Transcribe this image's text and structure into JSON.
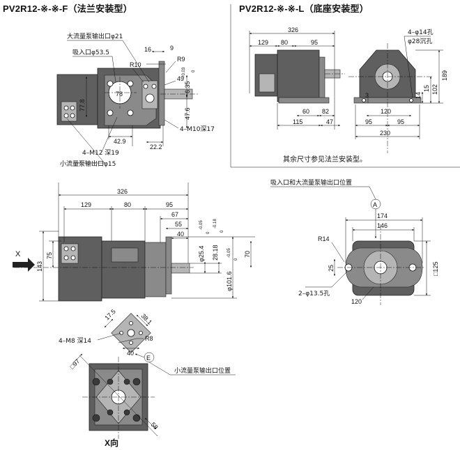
{
  "titles": {
    "flange": "PV2R12-※-※-F（法兰安装型）",
    "foot": "PV2R12-※-※-L（底座安装型）",
    "x_view": "X向"
  },
  "notes": {
    "foot_other": "其余尺寸参见法兰安装型。"
  },
  "labels": {
    "large_outlet": "大流量泵输出口φ21",
    "inlet": "吸入口φ53.5",
    "m12": "4–M12 深19",
    "small_outlet": "小流量泵输出口φ15",
    "m10": "4–M10深17",
    "holes14": "4–φ14孔",
    "counterbore28": "φ28沉孔",
    "inlet_large_pos": "吸入口和大流量泵输出口位置",
    "small_outlet_pos": "小流量泵输出口位置",
    "m8": "4–M8 深14",
    "holes135": "2–φ13.5孔",
    "circle_a": "A",
    "circle_e": "E",
    "x_mark": "X"
  },
  "dims": {
    "d16": "16",
    "d9": "9",
    "dR10": "R10",
    "dR9": "R9",
    "d49": "49",
    "d78": "78",
    "d77_8": "77.8",
    "d42_9": "42.9",
    "d22_2": "22.2",
    "d6_35": "6.35",
    "d6_35_tol_hi": "+0.03",
    "d6_35_tol_lo": "0",
    "d47_6": "47.6",
    "f326": "326",
    "f129": "129",
    "f80": "80",
    "f95": "95",
    "f60": "60",
    "f82": "82",
    "f115": "115",
    "f47": "47",
    "f3": "3",
    "f14": "14",
    "f15": "15",
    "f102": "102",
    "f189": "189",
    "f120": "120",
    "f95a": "95",
    "f95b": "95",
    "f230": "230",
    "m326": "326",
    "m129": "129",
    "m80": "80",
    "m95": "95",
    "m67": "67",
    "m55": "55",
    "m40": "40",
    "m_phi25_4": "φ25.4",
    "m_phi25_4_hi": "0",
    "m_phi25_4_lo": "-0.05",
    "m28_18": "28.18",
    "m28_18_hi": "0",
    "m28_18_lo": "-0.18",
    "m_phi101_6": "φ101.6",
    "m_phi101_6_hi": "0",
    "m_phi101_6_lo": "-0.05",
    "m70": "70",
    "m143": "143",
    "m75": "75",
    "a174": "174",
    "a146": "146",
    "aR14": "R14",
    "a25": "25",
    "a125": "□125",
    "a120": "120",
    "x17_5": "17.5",
    "x38_1": "38.1",
    "xR8": "R8",
    "x40": "40",
    "x97": "□97",
    "x58": "58"
  }
}
